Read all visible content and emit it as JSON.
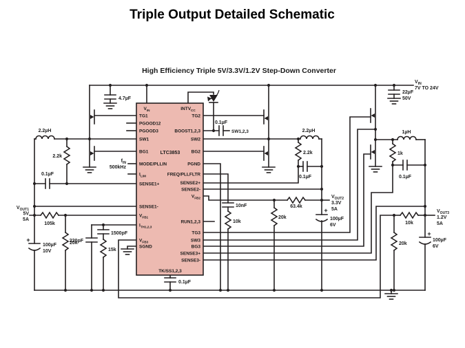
{
  "title": "Triple Output Detailed Schematic",
  "subtitle": "High Efficiency Triple 5V/3.3V/1.2V Step-Down Converter",
  "ic": {
    "part": "LTC3853",
    "top_pins": [
      "V_IN",
      "INTV_CC"
    ],
    "left_pins": [
      "TG1",
      "PGOOD12",
      "PGOOD3",
      "SW1",
      "BG1",
      "MODE/PLLIN",
      "I_LIM",
      "SENSE1+",
      "SENSE1-",
      "V_FB1",
      "I_TH1,2,3",
      "V_FB3",
      "SGND"
    ],
    "right_pins": [
      "TG2",
      "BOOST1,2,3",
      "SW2",
      "BG2",
      "PGND",
      "FREQ/PLLFLTR",
      "SENSE2+",
      "SENSE2-",
      "V_FB2",
      "RUN1,2,3",
      "TG3",
      "SW3",
      "BG3",
      "SENSE3+",
      "SENSE3-"
    ],
    "bottom_pin": "TK/SS1,2,3"
  },
  "input": {
    "name": "V_IN",
    "range": "7V TO 24V"
  },
  "outputs": {
    "out1": {
      "name": "V_OUT1",
      "volts": "5V",
      "amps": "5A"
    },
    "out2": {
      "name": "V_OUT2",
      "volts": "3.3V",
      "amps": "5A"
    },
    "out3": {
      "name": "V_OUT3",
      "volts": "1.2V",
      "amps": "5A"
    }
  },
  "labels": {
    "cap_intvcc": "4.7µF",
    "ind1": "2.2µH",
    "rs1": "2.2k",
    "cs1": "0.1µF",
    "rfb1a": "105k",
    "rfb1b": "20k",
    "cith_a": "220pF",
    "cith_b": "1500pF",
    "rith": "15k",
    "cout1": "100µF",
    "cout1v": "10V",
    "fin": "f_IN",
    "fin_hz": "500kHz",
    "cboost": "0.1µF",
    "swnet": "SW1,2,3",
    "ind2": "2.2µH",
    "rs2": "2.2k",
    "cs2": "0.1µF",
    "cpll": "10nF",
    "rpll": "10k",
    "rfb2a": "63.4k",
    "rfb2b": "20k",
    "cout2": "100µF",
    "cout2v": "6V",
    "css": "0.1µF",
    "cin": "22µF",
    "cinv": "50V",
    "ind3": "1µH",
    "rs3": "1k",
    "cs3": "0.1µF",
    "rfb3a": "10k",
    "rfb3b": "20k",
    "cout3": "100µF",
    "cout3v": "6V",
    "plus": "+"
  },
  "colors": {
    "ic_fill": "#edbab1",
    "wire": "#231f20"
  }
}
